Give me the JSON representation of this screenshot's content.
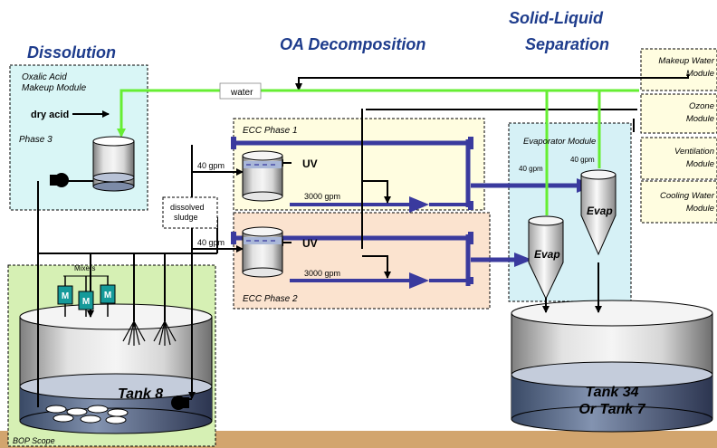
{
  "headings": {
    "dissolution": "Dissolution",
    "oa_decomposition": "OA Decomposition",
    "solid_liquid_line1": "Solid-Liquid",
    "solid_liquid_line2": "Separation"
  },
  "oxalic_module": {
    "line1": "Oxalic Acid",
    "line2": "Makeup Module",
    "phase": "Phase 3",
    "dry_acid": "dry acid"
  },
  "water_label": "water",
  "ecc1": {
    "title": "ECC Phase 1",
    "uv": "UV",
    "flow_in": "40 gpm",
    "recirc": "3000  gpm"
  },
  "ecc2": {
    "title": "ECC Phase 2",
    "uv": "UV",
    "flow_in": "40 gpm",
    "recirc": "3000  gpm"
  },
  "sludge": {
    "line1": "dissolved",
    "line2": "sludge"
  },
  "evaporator": {
    "title": "Evaporator Module",
    "flow_a": "40 gpm",
    "flow_b": "40 gpm",
    "evap_label": "Evap"
  },
  "side_modules": [
    {
      "line1": "Makeup Water",
      "line2": "Module"
    },
    {
      "line1": "Ozone",
      "line2": "Module"
    },
    {
      "line1": "Ventilation",
      "line2": "Module"
    },
    {
      "line1": "Cooling Water",
      "line2": "Module"
    }
  ],
  "tank8": {
    "label": "Tank 8",
    "mixers_label": "Mixers",
    "mixer_letter": "M",
    "bop_scope": "BOP Scope"
  },
  "tank34": {
    "line1": "Tank 34",
    "line2": "Or Tank 7"
  },
  "colors": {
    "pipe_blue": "#3a3a9e",
    "water_green": "#66ee33",
    "oxalic_bg": "#d9f6f6",
    "ecc1_bg": "#fffde0",
    "ecc2_bg": "#fbe3cf",
    "evap_bg": "#d6f1f6",
    "bop_bg": "#d6f0b4",
    "side_module_bg": "#fffde0",
    "footer_band": "#d2a56e"
  }
}
